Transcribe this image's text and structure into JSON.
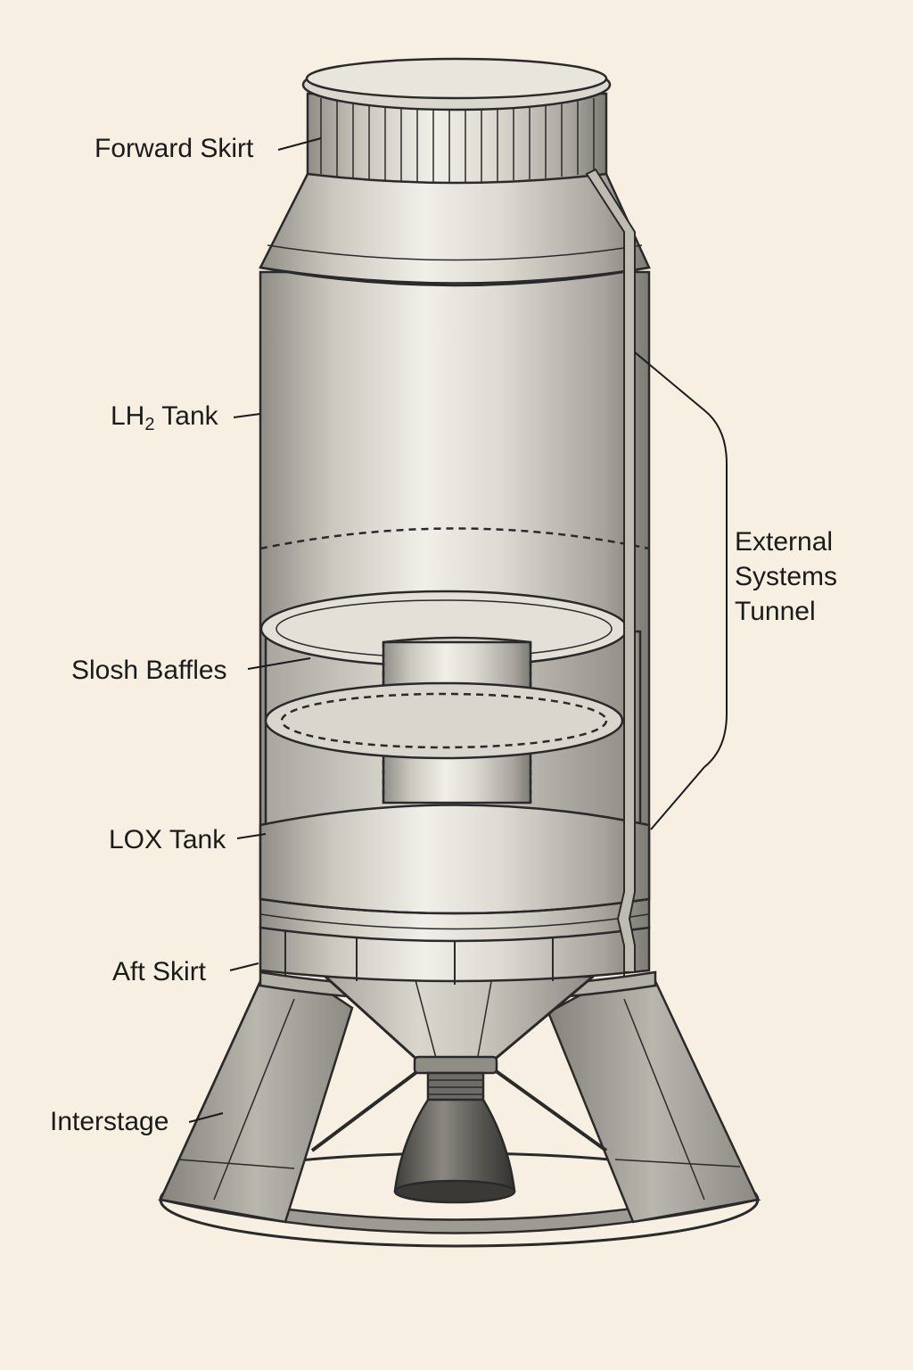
{
  "labels": {
    "forward_skirt": "Forward Skirt",
    "lh2_tank_main": "LH",
    "lh2_tank_sub": "2",
    "lh2_tank_suffix": " Tank",
    "slosh_baffles": "Slosh Baffles",
    "lox_tank": "LOX Tank",
    "aft_skirt": "Aft Skirt",
    "interstage": "Interstage",
    "external_systems_tunnel": [
      "External",
      "Systems",
      "Tunnel"
    ]
  },
  "colors": {
    "background": "#f7efe1",
    "metal_light": "#ecebe3",
    "metal_mid": "#c9c7bd",
    "metal_dark": "#7d7c75",
    "line": "#2a2a2a"
  }
}
